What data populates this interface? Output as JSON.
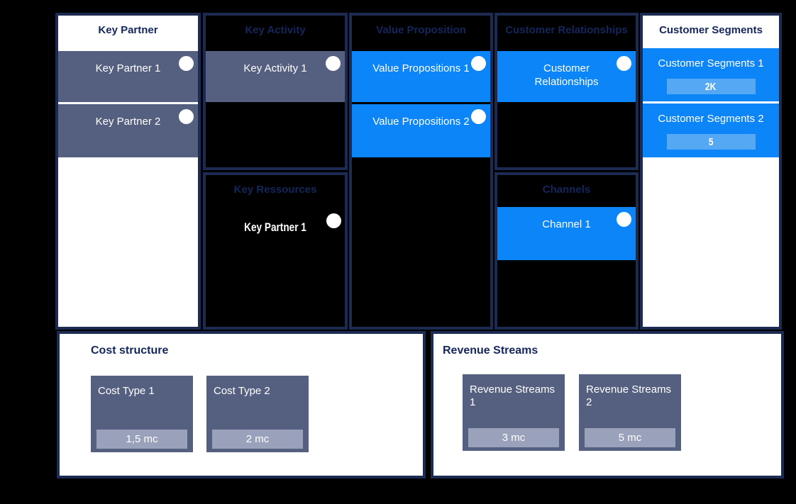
{
  "colors": {
    "background": "#000000",
    "panel_border": "#1B2B52",
    "navy_text": "#14265C",
    "slate_card": "#556080",
    "slate_value_bar": "#99A2BA",
    "blue_card": "#0B85F8",
    "blue_value_bar": "#55A9F4",
    "card_text": "#FFFFFF"
  },
  "canvas": {
    "key_partner": {
      "title": "Key Partner",
      "cards": [
        {
          "label": "Key Partner 1"
        },
        {
          "label": "Key Partner 2"
        }
      ]
    },
    "key_activity": {
      "title": "Key Activity",
      "cards": [
        {
          "label": "Key Activity 1"
        }
      ]
    },
    "key_resources": {
      "title": "Key Ressources",
      "cards": [
        {
          "label": "Key Partner 1"
        }
      ]
    },
    "value_proposition": {
      "title": "Value Proposition",
      "cards": [
        {
          "label": "Value Propositions 1"
        },
        {
          "label": "Value Propositions 2"
        }
      ]
    },
    "customer_relationships": {
      "title": "Customer Relationships",
      "cards": [
        {
          "label": "Customer Relationships"
        }
      ]
    },
    "channels": {
      "title": "Channels",
      "cards": [
        {
          "label": "Channel 1"
        }
      ]
    },
    "customer_segments": {
      "title": "Customer Segments",
      "cards": [
        {
          "label": "Customer Segments 1",
          "value": "2K"
        },
        {
          "label": "Customer Segments 2",
          "value": "5"
        }
      ]
    },
    "cost_structure": {
      "title": "Cost structure",
      "cards": [
        {
          "label": "Cost Type 1",
          "value": "1,5 mc"
        },
        {
          "label": "Cost Type 2",
          "value": "2 mc"
        }
      ]
    },
    "revenue_streams": {
      "title": "Revenue Streams",
      "cards": [
        {
          "label": "Revenue Streams 1",
          "value": "3 mc"
        },
        {
          "label": "Revenue Streams 2",
          "value": "5 mc"
        }
      ]
    }
  }
}
